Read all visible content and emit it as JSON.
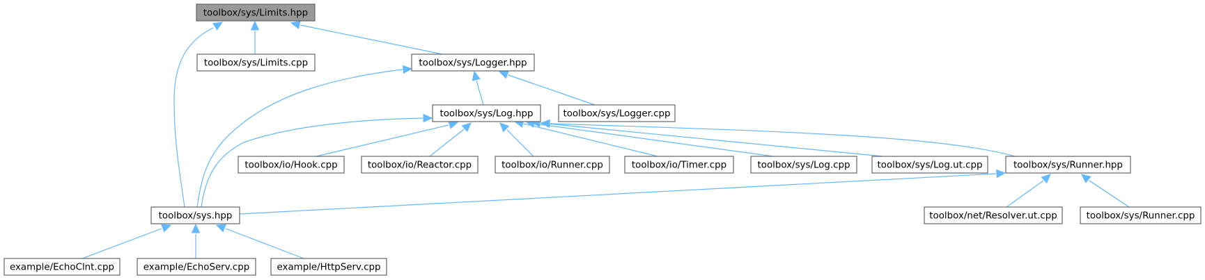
{
  "diagram": {
    "nodes": [
      {
        "id": "limits_hpp",
        "label": "toolbox/sys/Limits.hpp",
        "highlighted": true
      },
      {
        "id": "limits_cpp",
        "label": "toolbox/sys/Limits.cpp"
      },
      {
        "id": "logger_hpp",
        "label": "toolbox/sys/Logger.hpp"
      },
      {
        "id": "log_hpp",
        "label": "toolbox/sys/Log.hpp"
      },
      {
        "id": "logger_cpp",
        "label": "toolbox/sys/Logger.cpp"
      },
      {
        "id": "hook_cpp",
        "label": "toolbox/io/Hook.cpp"
      },
      {
        "id": "reactor_cpp",
        "label": "toolbox/io/Reactor.cpp"
      },
      {
        "id": "io_runner_cpp",
        "label": "toolbox/io/Runner.cpp"
      },
      {
        "id": "timer_cpp",
        "label": "toolbox/io/Timer.cpp"
      },
      {
        "id": "log_cpp",
        "label": "toolbox/sys/Log.cpp"
      },
      {
        "id": "log_ut_cpp",
        "label": "toolbox/sys/Log.ut.cpp"
      },
      {
        "id": "runner_hpp",
        "label": "toolbox/sys/Runner.hpp"
      },
      {
        "id": "sys_hpp",
        "label": "toolbox/sys.hpp"
      },
      {
        "id": "resolver_ut_cpp",
        "label": "toolbox/net/Resolver.ut.cpp"
      },
      {
        "id": "sys_runner_cpp",
        "label": "toolbox/sys/Runner.cpp"
      },
      {
        "id": "echoclnt_cpp",
        "label": "example/EchoClnt.cpp"
      },
      {
        "id": "echoserv_cpp",
        "label": "example/EchoServ.cpp"
      },
      {
        "id": "httpserv_cpp",
        "label": "example/HttpServ.cpp"
      }
    ],
    "edges": [
      {
        "from": "limits_hpp",
        "to": "limits_cpp"
      },
      {
        "from": "limits_hpp",
        "to": "logger_hpp"
      },
      {
        "from": "limits_hpp",
        "to": "sys_hpp"
      },
      {
        "from": "logger_hpp",
        "to": "log_hpp"
      },
      {
        "from": "logger_hpp",
        "to": "logger_cpp"
      },
      {
        "from": "logger_hpp",
        "to": "sys_hpp"
      },
      {
        "from": "log_hpp",
        "to": "hook_cpp"
      },
      {
        "from": "log_hpp",
        "to": "reactor_cpp"
      },
      {
        "from": "log_hpp",
        "to": "io_runner_cpp"
      },
      {
        "from": "log_hpp",
        "to": "timer_cpp"
      },
      {
        "from": "log_hpp",
        "to": "log_cpp"
      },
      {
        "from": "log_hpp",
        "to": "log_ut_cpp"
      },
      {
        "from": "log_hpp",
        "to": "runner_hpp"
      },
      {
        "from": "log_hpp",
        "to": "sys_hpp"
      },
      {
        "from": "runner_hpp",
        "to": "sys_hpp"
      },
      {
        "from": "runner_hpp",
        "to": "resolver_ut_cpp"
      },
      {
        "from": "runner_hpp",
        "to": "sys_runner_cpp"
      },
      {
        "from": "sys_hpp",
        "to": "echoclnt_cpp"
      },
      {
        "from": "sys_hpp",
        "to": "echoserv_cpp"
      },
      {
        "from": "sys_hpp",
        "to": "httpserv_cpp"
      }
    ],
    "colors": {
      "edge": "#63b8ff",
      "node_border": "#666666",
      "node_fill": "#ffffff",
      "highlighted_fill": "#999999"
    }
  }
}
